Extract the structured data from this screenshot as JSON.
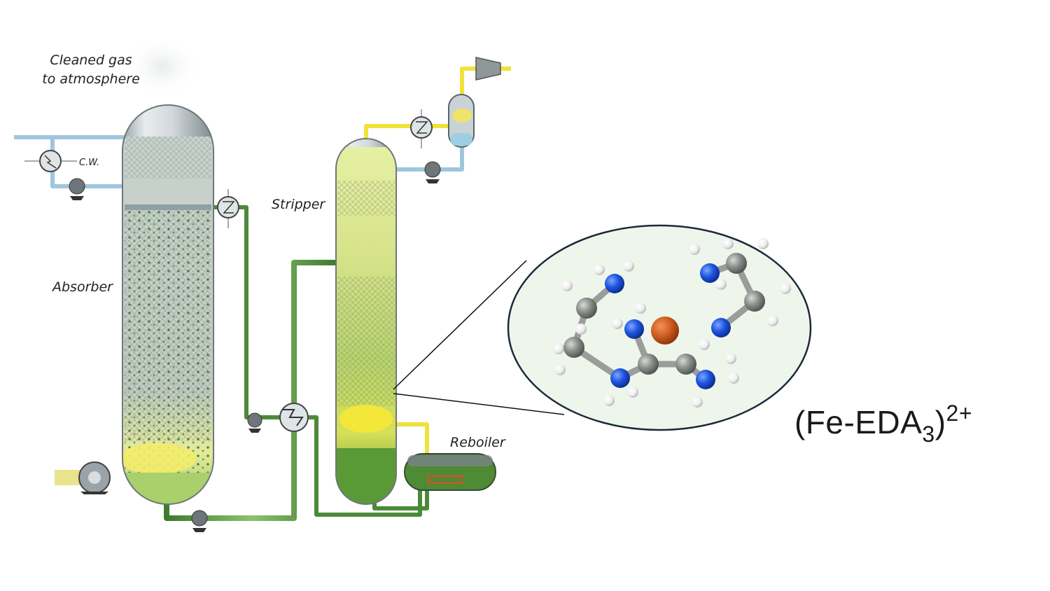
{
  "labels": {
    "cleaned_gas_line1": "Cleaned gas",
    "cleaned_gas_line2": "to atmosphere",
    "cooling_water": "C.W.",
    "absorber": "Absorber",
    "stripper": "Stripper",
    "reboiler": "Reboiler"
  },
  "formula": {
    "open": "(Fe-EDA",
    "subscript": "3",
    "close": ")",
    "superscript": "2+"
  },
  "colors": {
    "solvent_green": "#5f9a4a",
    "gas_yellow": "#f2e64a",
    "water_blue": "#a9cde0",
    "nitrogen_blue": "#1f55e0",
    "carbon_gray": "#8a8d8a",
    "hydrogen_white": "#f2f2f2",
    "iron_orange": "#cc5a1c",
    "inset_fill": "#eef6ec"
  }
}
